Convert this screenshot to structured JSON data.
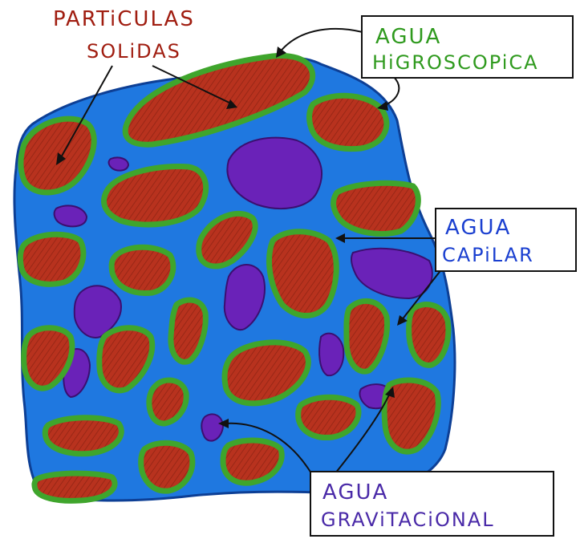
{
  "labels": {
    "solids_line1": "PARTiCULAS",
    "solids_line2": "SOLiDAS",
    "hygro_line1": "AGUA",
    "hygro_line2": "HiGROSCOPiCA",
    "capillary_line1": "AGUA",
    "capillary_line2": "CAPiLAR",
    "gravitational_line1": "AGUA",
    "gravitational_line2": "GRAViTACiONAL"
  },
  "colors": {
    "solid_particle": "#b8321e",
    "hygroscopic_water": "#3fa52c",
    "capillary_water": "#1f78e0",
    "gravitational_water": "#6a22b8",
    "solids_text": "#a01d10",
    "hygro_text": "#2f9a1e",
    "capillary_text": "#1a3fd0",
    "gravitational_text": "#4a2aa8"
  }
}
